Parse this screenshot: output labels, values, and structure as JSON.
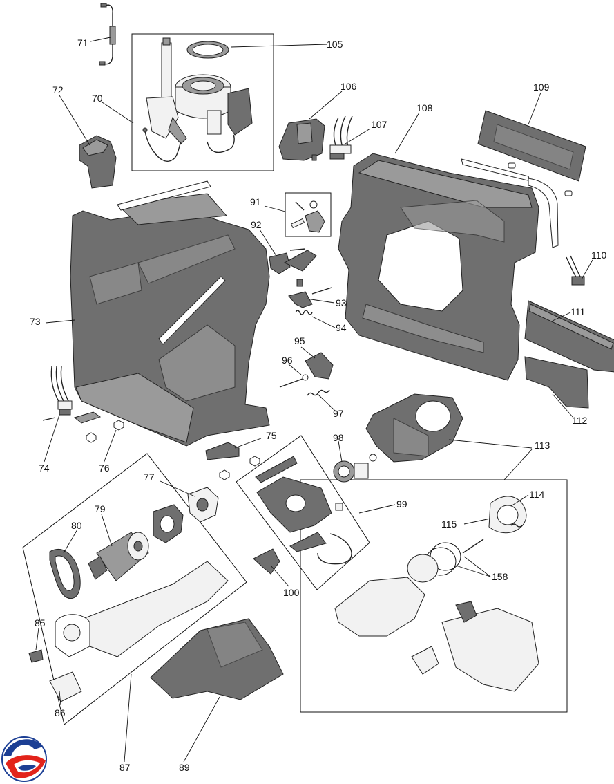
{
  "diagram": {
    "callouts": [
      {
        "id": "71",
        "label": "71"
      },
      {
        "id": "105",
        "label": "105"
      },
      {
        "id": "72",
        "label": "72"
      },
      {
        "id": "70",
        "label": "70"
      },
      {
        "id": "106",
        "label": "106"
      },
      {
        "id": "108",
        "label": "108"
      },
      {
        "id": "109",
        "label": "109"
      },
      {
        "id": "107",
        "label": "107"
      },
      {
        "id": "91",
        "label": "91"
      },
      {
        "id": "92",
        "label": "92"
      },
      {
        "id": "73",
        "label": "73"
      },
      {
        "id": "93",
        "label": "93"
      },
      {
        "id": "94",
        "label": "94"
      },
      {
        "id": "110",
        "label": "110"
      },
      {
        "id": "111",
        "label": "111"
      },
      {
        "id": "95",
        "label": "95"
      },
      {
        "id": "96",
        "label": "96"
      },
      {
        "id": "97",
        "label": "97"
      },
      {
        "id": "112",
        "label": "112"
      },
      {
        "id": "74",
        "label": "74"
      },
      {
        "id": "76",
        "label": "76"
      },
      {
        "id": "75",
        "label": "75"
      },
      {
        "id": "98",
        "label": "98"
      },
      {
        "id": "113",
        "label": "113"
      },
      {
        "id": "77",
        "label": "77"
      },
      {
        "id": "79",
        "label": "79"
      },
      {
        "id": "80",
        "label": "80"
      },
      {
        "id": "99",
        "label": "99"
      },
      {
        "id": "114",
        "label": "114"
      },
      {
        "id": "115",
        "label": "115"
      },
      {
        "id": "158",
        "label": "158"
      },
      {
        "id": "100",
        "label": "100"
      },
      {
        "id": "85",
        "label": "85"
      },
      {
        "id": "86",
        "label": "86"
      },
      {
        "id": "87",
        "label": "87"
      },
      {
        "id": "89",
        "label": "89"
      }
    ],
    "logo": {
      "colors": {
        "blue": "#1c3f94",
        "red": "#e2231a"
      }
    }
  }
}
